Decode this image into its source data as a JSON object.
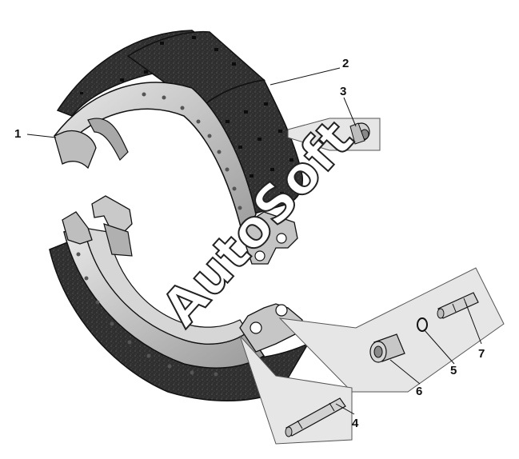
{
  "diagram": {
    "callouts": [
      {
        "id": "1",
        "label": "1"
      },
      {
        "id": "2",
        "label": "2"
      },
      {
        "id": "3",
        "label": "3"
      },
      {
        "id": "4",
        "label": "4"
      },
      {
        "id": "5",
        "label": "5"
      },
      {
        "id": "6",
        "label": "6"
      },
      {
        "id": "7",
        "label": "7"
      }
    ],
    "watermark": "AutoSoft"
  },
  "colors": {
    "lining": "#2b2b2b",
    "shoe_metal": "#c8c8c8",
    "shoe_shadow": "#8f8f8f",
    "callout_panel": "#e6e6e6",
    "outline": "#111111"
  }
}
